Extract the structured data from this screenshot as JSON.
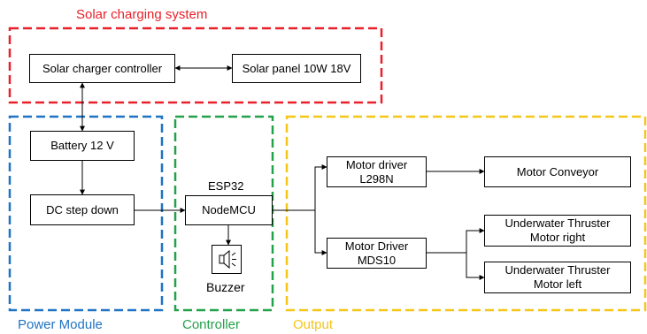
{
  "groups": {
    "solar": {
      "label": "Solar charging system",
      "color": "#e8202a"
    },
    "power": {
      "label": "Power Module",
      "color": "#1f73c4"
    },
    "controller": {
      "label": "Controller",
      "color": "#23a14a"
    },
    "output": {
      "label": "Output",
      "color": "#f5c518"
    }
  },
  "blocks": {
    "solar_controller": "Solar charger controller",
    "solar_panel": "Solar panel 10W 18V",
    "battery": "Battery 12 V",
    "step_down": "DC step down",
    "esp32_label": "ESP32",
    "nodemcu": "NodeMCU",
    "buzzer": "Buzzer",
    "motor_driver_l298n": {
      "line1": "Motor driver",
      "line2": "L298N"
    },
    "motor_conveyor": "Motor Conveyor",
    "motor_driver_mds10": {
      "line1": "Motor Driver",
      "line2": "MDS10"
    },
    "thruster_right": {
      "line1": "Underwater Thruster",
      "line2": "Motor right"
    },
    "thruster_left": {
      "line1": "Underwater Thruster",
      "line2": "Motor left"
    }
  }
}
